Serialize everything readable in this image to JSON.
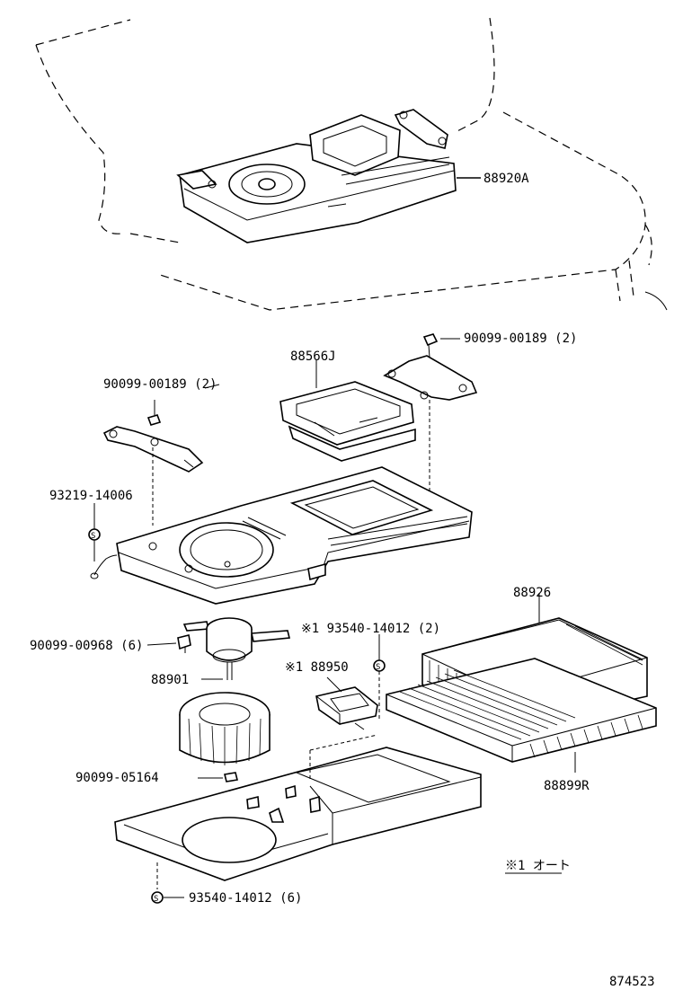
{
  "labels": {
    "assy_88920A": "88920A",
    "p_90099_00189_right": "90099-00189 (2)",
    "p_88566J": "88566J",
    "p_90099_00189_left": "90099-00189 (2)",
    "p_93219_14006": "93219-14006",
    "p_93540_14012_2": "※1 93540-14012 (2)",
    "p_88926": "88926",
    "p_90099_00968": "90099-00968 (6)",
    "p_88950": "※1 88950",
    "p_88901": "88901",
    "p_90099_05164": "90099-05164",
    "p_88899R": "88899R",
    "note": "※1 オート",
    "p_93540_14012_6": "93540-14012 (6)",
    "diagram_number": "874523"
  },
  "symbols": {
    "screw_mark": "S"
  }
}
